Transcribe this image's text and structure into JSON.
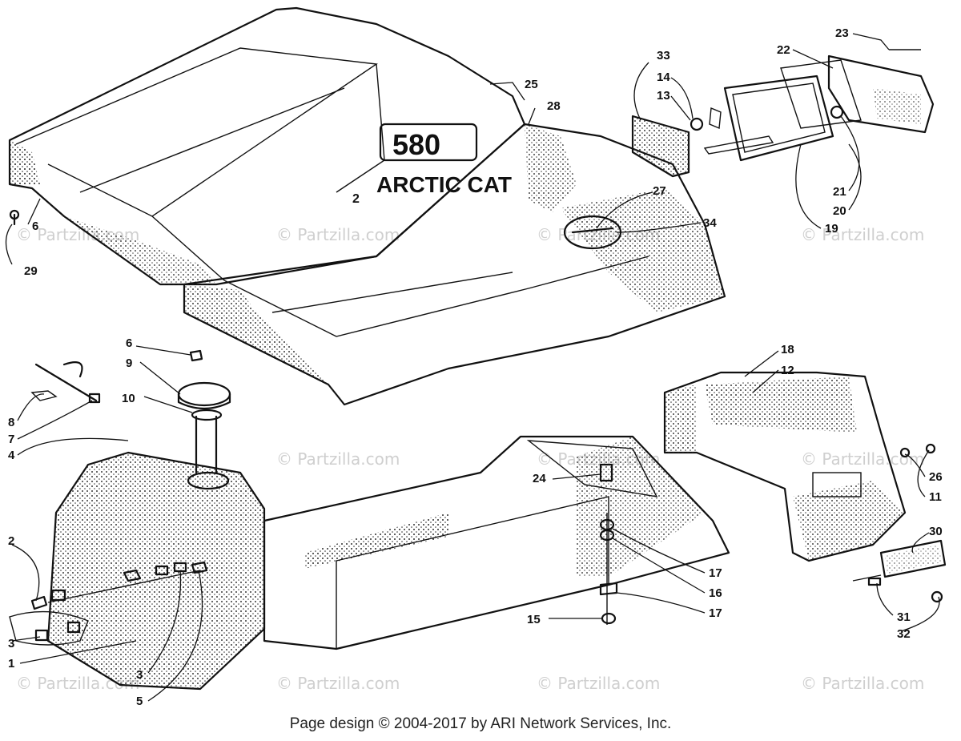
{
  "watermark": "© Partzilla.com",
  "brand": {
    "model": "580",
    "name": "ARCTIC CAT",
    "scribble": "2"
  },
  "callouts": [
    {
      "id": "c1",
      "label": "1"
    },
    {
      "id": "c2",
      "label": "2"
    },
    {
      "id": "c3a",
      "label": "3"
    },
    {
      "id": "c3b",
      "label": "3"
    },
    {
      "id": "c4",
      "label": "4"
    },
    {
      "id": "c5",
      "label": "5"
    },
    {
      "id": "c6a",
      "label": "6"
    },
    {
      "id": "c6b",
      "label": "6"
    },
    {
      "id": "c7",
      "label": "7"
    },
    {
      "id": "c8",
      "label": "8"
    },
    {
      "id": "c9",
      "label": "9"
    },
    {
      "id": "c10",
      "label": "10"
    },
    {
      "id": "c11",
      "label": "11"
    },
    {
      "id": "c12",
      "label": "12"
    },
    {
      "id": "c13",
      "label": "13"
    },
    {
      "id": "c14",
      "label": "14"
    },
    {
      "id": "c15",
      "label": "15"
    },
    {
      "id": "c16",
      "label": "16"
    },
    {
      "id": "c17a",
      "label": "17"
    },
    {
      "id": "c17b",
      "label": "17"
    },
    {
      "id": "c18",
      "label": "18"
    },
    {
      "id": "c19",
      "label": "19"
    },
    {
      "id": "c20",
      "label": "20"
    },
    {
      "id": "c21",
      "label": "21"
    },
    {
      "id": "c22",
      "label": "22"
    },
    {
      "id": "c23",
      "label": "23"
    },
    {
      "id": "c24",
      "label": "24"
    },
    {
      "id": "c25",
      "label": "25"
    },
    {
      "id": "c26",
      "label": "26"
    },
    {
      "id": "c27",
      "label": "27"
    },
    {
      "id": "c28",
      "label": "28"
    },
    {
      "id": "c29",
      "label": "29"
    },
    {
      "id": "c30",
      "label": "30"
    },
    {
      "id": "c31",
      "label": "31"
    },
    {
      "id": "c32",
      "label": "32"
    },
    {
      "id": "c33",
      "label": "33"
    },
    {
      "id": "c34",
      "label": "34"
    }
  ],
  "footer": "Page design © 2004-2017 by ARI Network Services, Inc."
}
